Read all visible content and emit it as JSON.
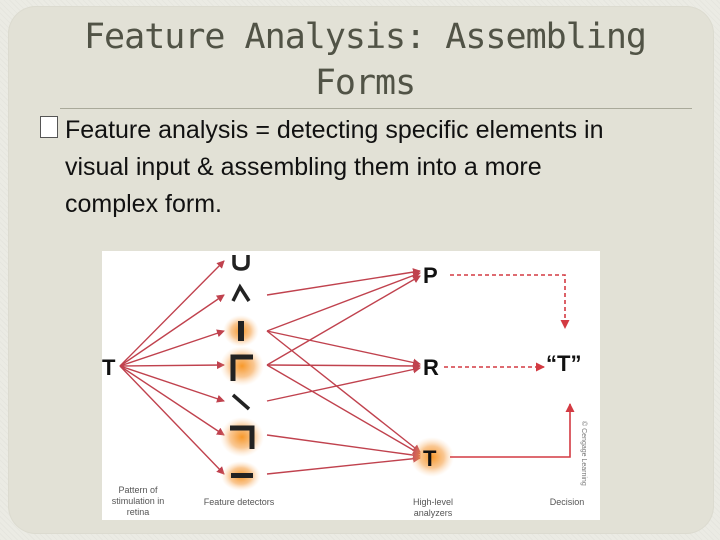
{
  "slide": {
    "title": "Feature Analysis: Assembling Forms",
    "bullet_text": "Feature analysis = detecting specific elements in visual input & assembling them into a more complex form."
  },
  "figure": {
    "stimulus_letter": "T",
    "analyzers": [
      "P",
      "R",
      "T"
    ],
    "decision_output": "“T”",
    "labels": {
      "retina": "Pattern of stimulation in retina",
      "features": "Feature detectors",
      "analyzers": "High-level analyzers",
      "decision": "Decision"
    },
    "credit": "© Cengage Learning",
    "colors": {
      "arrow": "#c0424e",
      "highlight": "#f07a16",
      "decision_arrow": "#d33a42"
    }
  }
}
